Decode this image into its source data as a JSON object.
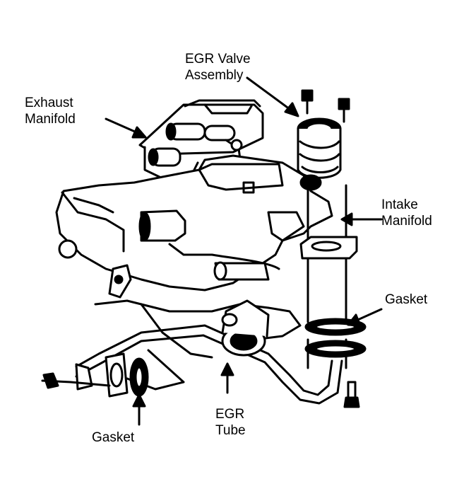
{
  "labels": {
    "egr_valve_assembly": {
      "line1": "EGR Valve",
      "line2": "Assembly"
    },
    "exhaust_manifold": {
      "line1": "Exhaust",
      "line2": "Manifold"
    },
    "intake_manifold": {
      "line1": "Intake",
      "line2": "Manifold"
    },
    "gasket_right": "Gasket",
    "egr_tube": {
      "line1": "EGR",
      "line2": "Tube"
    },
    "gasket_left": "Gasket"
  },
  "colors": {
    "ink": "#000000",
    "paper": "#ffffff"
  }
}
